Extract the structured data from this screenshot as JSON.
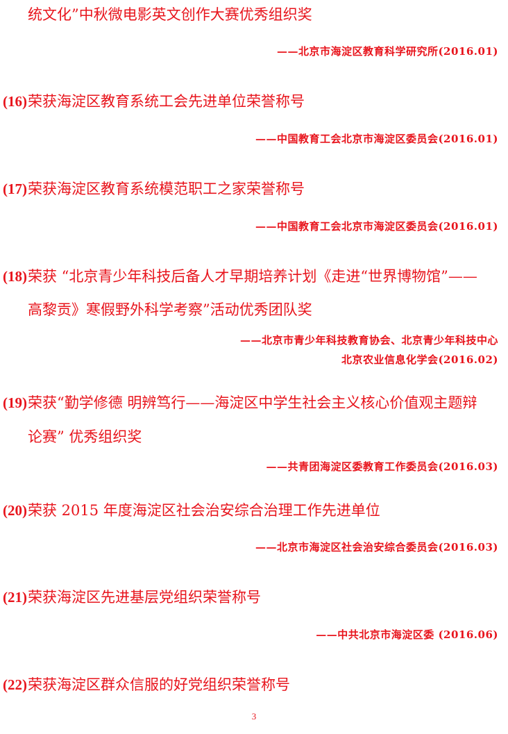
{
  "colors": {
    "text": "#e8141c",
    "background": "#ffffff"
  },
  "continued": {
    "title_tail": "统文化”中秋微电影英文创作大赛优秀组织奖",
    "source": "——北京市海淀区教育科学研究所(2016.01)"
  },
  "items": [
    {
      "number": "(16)",
      "title_lines": [
        "荣获海淀区教育系统工会先进单位荣誉称号"
      ],
      "source_lines": [
        "——中国教育工会北京市海淀区委员会(2016.01)"
      ]
    },
    {
      "number": "(17)",
      "title_lines": [
        "荣获海淀区教育系统模范职工之家荣誉称号"
      ],
      "source_lines": [
        "——中国教育工会北京市海淀区委员会(2016.01)"
      ]
    },
    {
      "number": "(18)",
      "title_lines": [
        "荣获 “北京青少年科技后备人才早期培养计划《走进“世界博物馆”——",
        "高黎贡》寒假野外科学考察”活动优秀团队奖"
      ],
      "source_lines": [
        "——北京市青少年科技教育协会、北京青少年科技中心",
        "北京农业信息化学会(2016.02)"
      ]
    },
    {
      "number": "(19)",
      "title_lines": [
        "荣获“勤学修德  明辨笃行——海淀区中学生社会主义核心价值观主题辩",
        "论赛” 优秀组织奖"
      ],
      "source_lines": [
        "——共青团海淀区委教育工作委员会(2016.03)"
      ]
    },
    {
      "number": "(20)",
      "title_lines": [
        "荣获 2015 年度海淀区社会治安综合治理工作先进单位"
      ],
      "source_lines": [
        "——北京市海淀区社会治安综合委员会(2016.03)"
      ]
    },
    {
      "number": "(21)",
      "title_lines": [
        "荣获海淀区先进基层党组织荣誉称号"
      ],
      "source_lines": [
        "——中共北京市海淀区委 (2016.06)"
      ]
    },
    {
      "number": "(22)",
      "title_lines": [
        "荣获海淀区群众信服的好党组织荣誉称号"
      ],
      "source_lines": []
    }
  ],
  "page_number": "3"
}
